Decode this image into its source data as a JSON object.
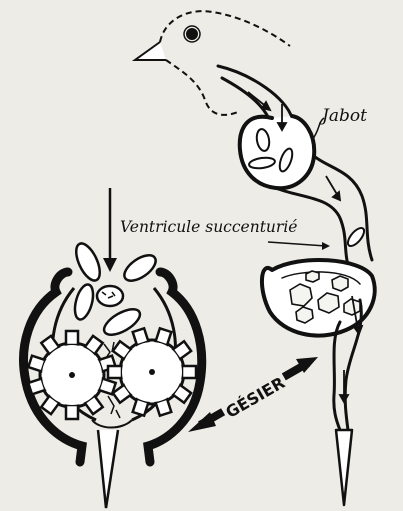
{
  "labels": {
    "jabot": "Jabot",
    "ventricule": "Ventricule succenturié",
    "gesier": "GÉSIER"
  },
  "colors": {
    "background": "#eeece6",
    "ink": "#111111",
    "fill": "#ffffff"
  }
}
